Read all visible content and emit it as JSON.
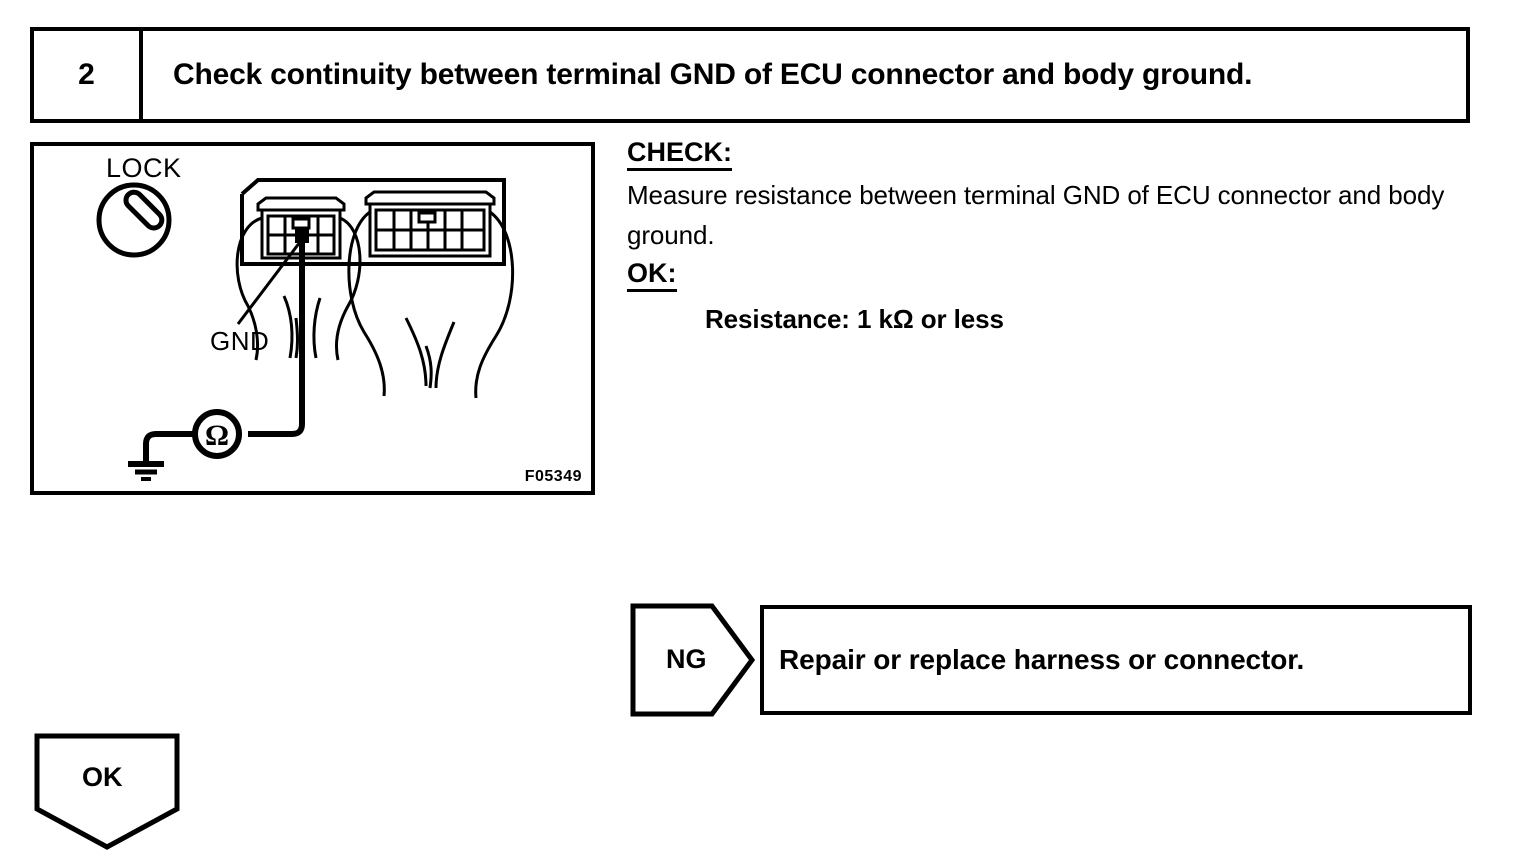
{
  "step": {
    "number": "2",
    "title": "Check continuity between terminal GND of ECU connector and body ground."
  },
  "illustration": {
    "lock_label": "LOCK",
    "gnd_label": "GND",
    "figure_id": "F05349",
    "ohmmeter_symbol": "Ω",
    "icons": {
      "lock": "lock-screw-icon",
      "ohmmeter": "ohmmeter-icon",
      "ground": "chassis-ground-icon"
    }
  },
  "check": {
    "check_label": "CHECK:",
    "check_text": "Measure resistance between terminal GND of ECU connector and body ground.",
    "ok_label": "OK:",
    "spec_text": "Resistance: 1 kΩ or less"
  },
  "branches": {
    "ng_label": "NG",
    "ng_result": "Repair or replace harness or connector.",
    "ok_label": "OK"
  },
  "colors": {
    "ink": "#000000",
    "paper": "#ffffff"
  }
}
